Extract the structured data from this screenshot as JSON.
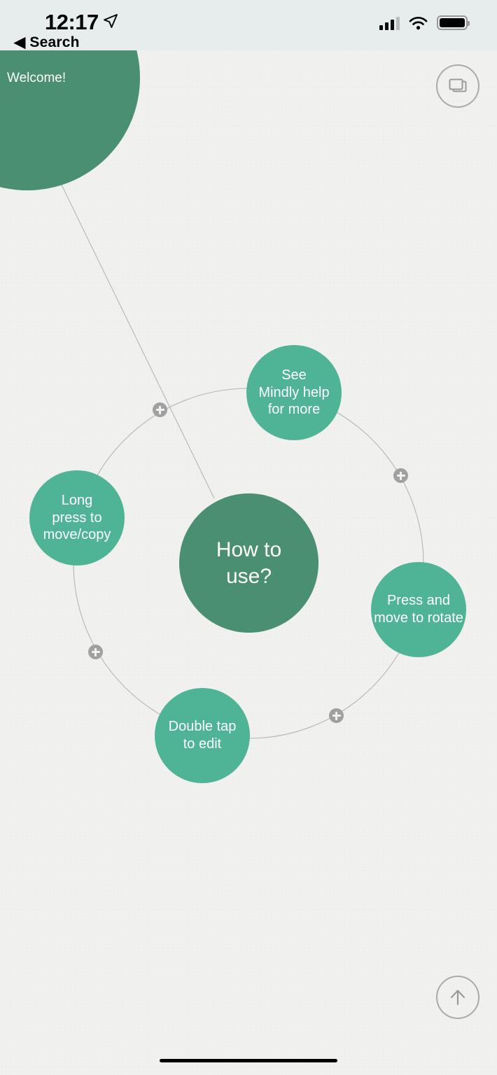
{
  "status_bar": {
    "time": "12:17",
    "back_label": "◀ Search",
    "location_icon": "location-arrow-icon",
    "cellular_icon": "cellular-signal-icon",
    "cellular_bars_filled": 3,
    "cellular_bars_total": 4,
    "wifi_icon": "wifi-icon",
    "battery_icon": "battery-full-icon",
    "background": "#e7ecec"
  },
  "toolbar": {
    "ideas_button_icon": "cards-stack-icon",
    "up_button_icon": "arrow-up-circle-icon"
  },
  "mindmap": {
    "parent": {
      "label": "Welcome!",
      "color": "#4b8f73"
    },
    "center": {
      "label": "How to\nuse?",
      "line1": "How to",
      "line2": "use?",
      "color": "#4b8f73"
    },
    "children": [
      {
        "id": "help",
        "label": "See\nMindly help\nfor more",
        "lines": [
          "See",
          "Mindly help",
          "for more"
        ],
        "color": "#4fb396"
      },
      {
        "id": "longpress",
        "label": "Long\npress to\nmove/copy",
        "lines": [
          "Long",
          "press to",
          "move/copy"
        ],
        "color": "#4fb396"
      },
      {
        "id": "rotate",
        "label": "Press and\nmove to rotate",
        "lines": [
          "Press and",
          "move to rotate"
        ],
        "color": "#4fb396"
      },
      {
        "id": "doubletap",
        "label": "Double tap\nto edit",
        "lines": [
          "Double tap",
          "to edit"
        ],
        "color": "#4fb396"
      }
    ],
    "add_buttons": [
      {
        "id": "add-top-left",
        "icon": "plus-icon"
      },
      {
        "id": "add-right",
        "icon": "plus-icon"
      },
      {
        "id": "add-bottom-left",
        "icon": "plus-icon"
      },
      {
        "id": "add-bottom-right",
        "icon": "plus-icon"
      }
    ],
    "orbit_color": "#b5b5b3",
    "canvas_background": "#f0f0ee"
  },
  "home_indicator": {
    "visible": true
  }
}
